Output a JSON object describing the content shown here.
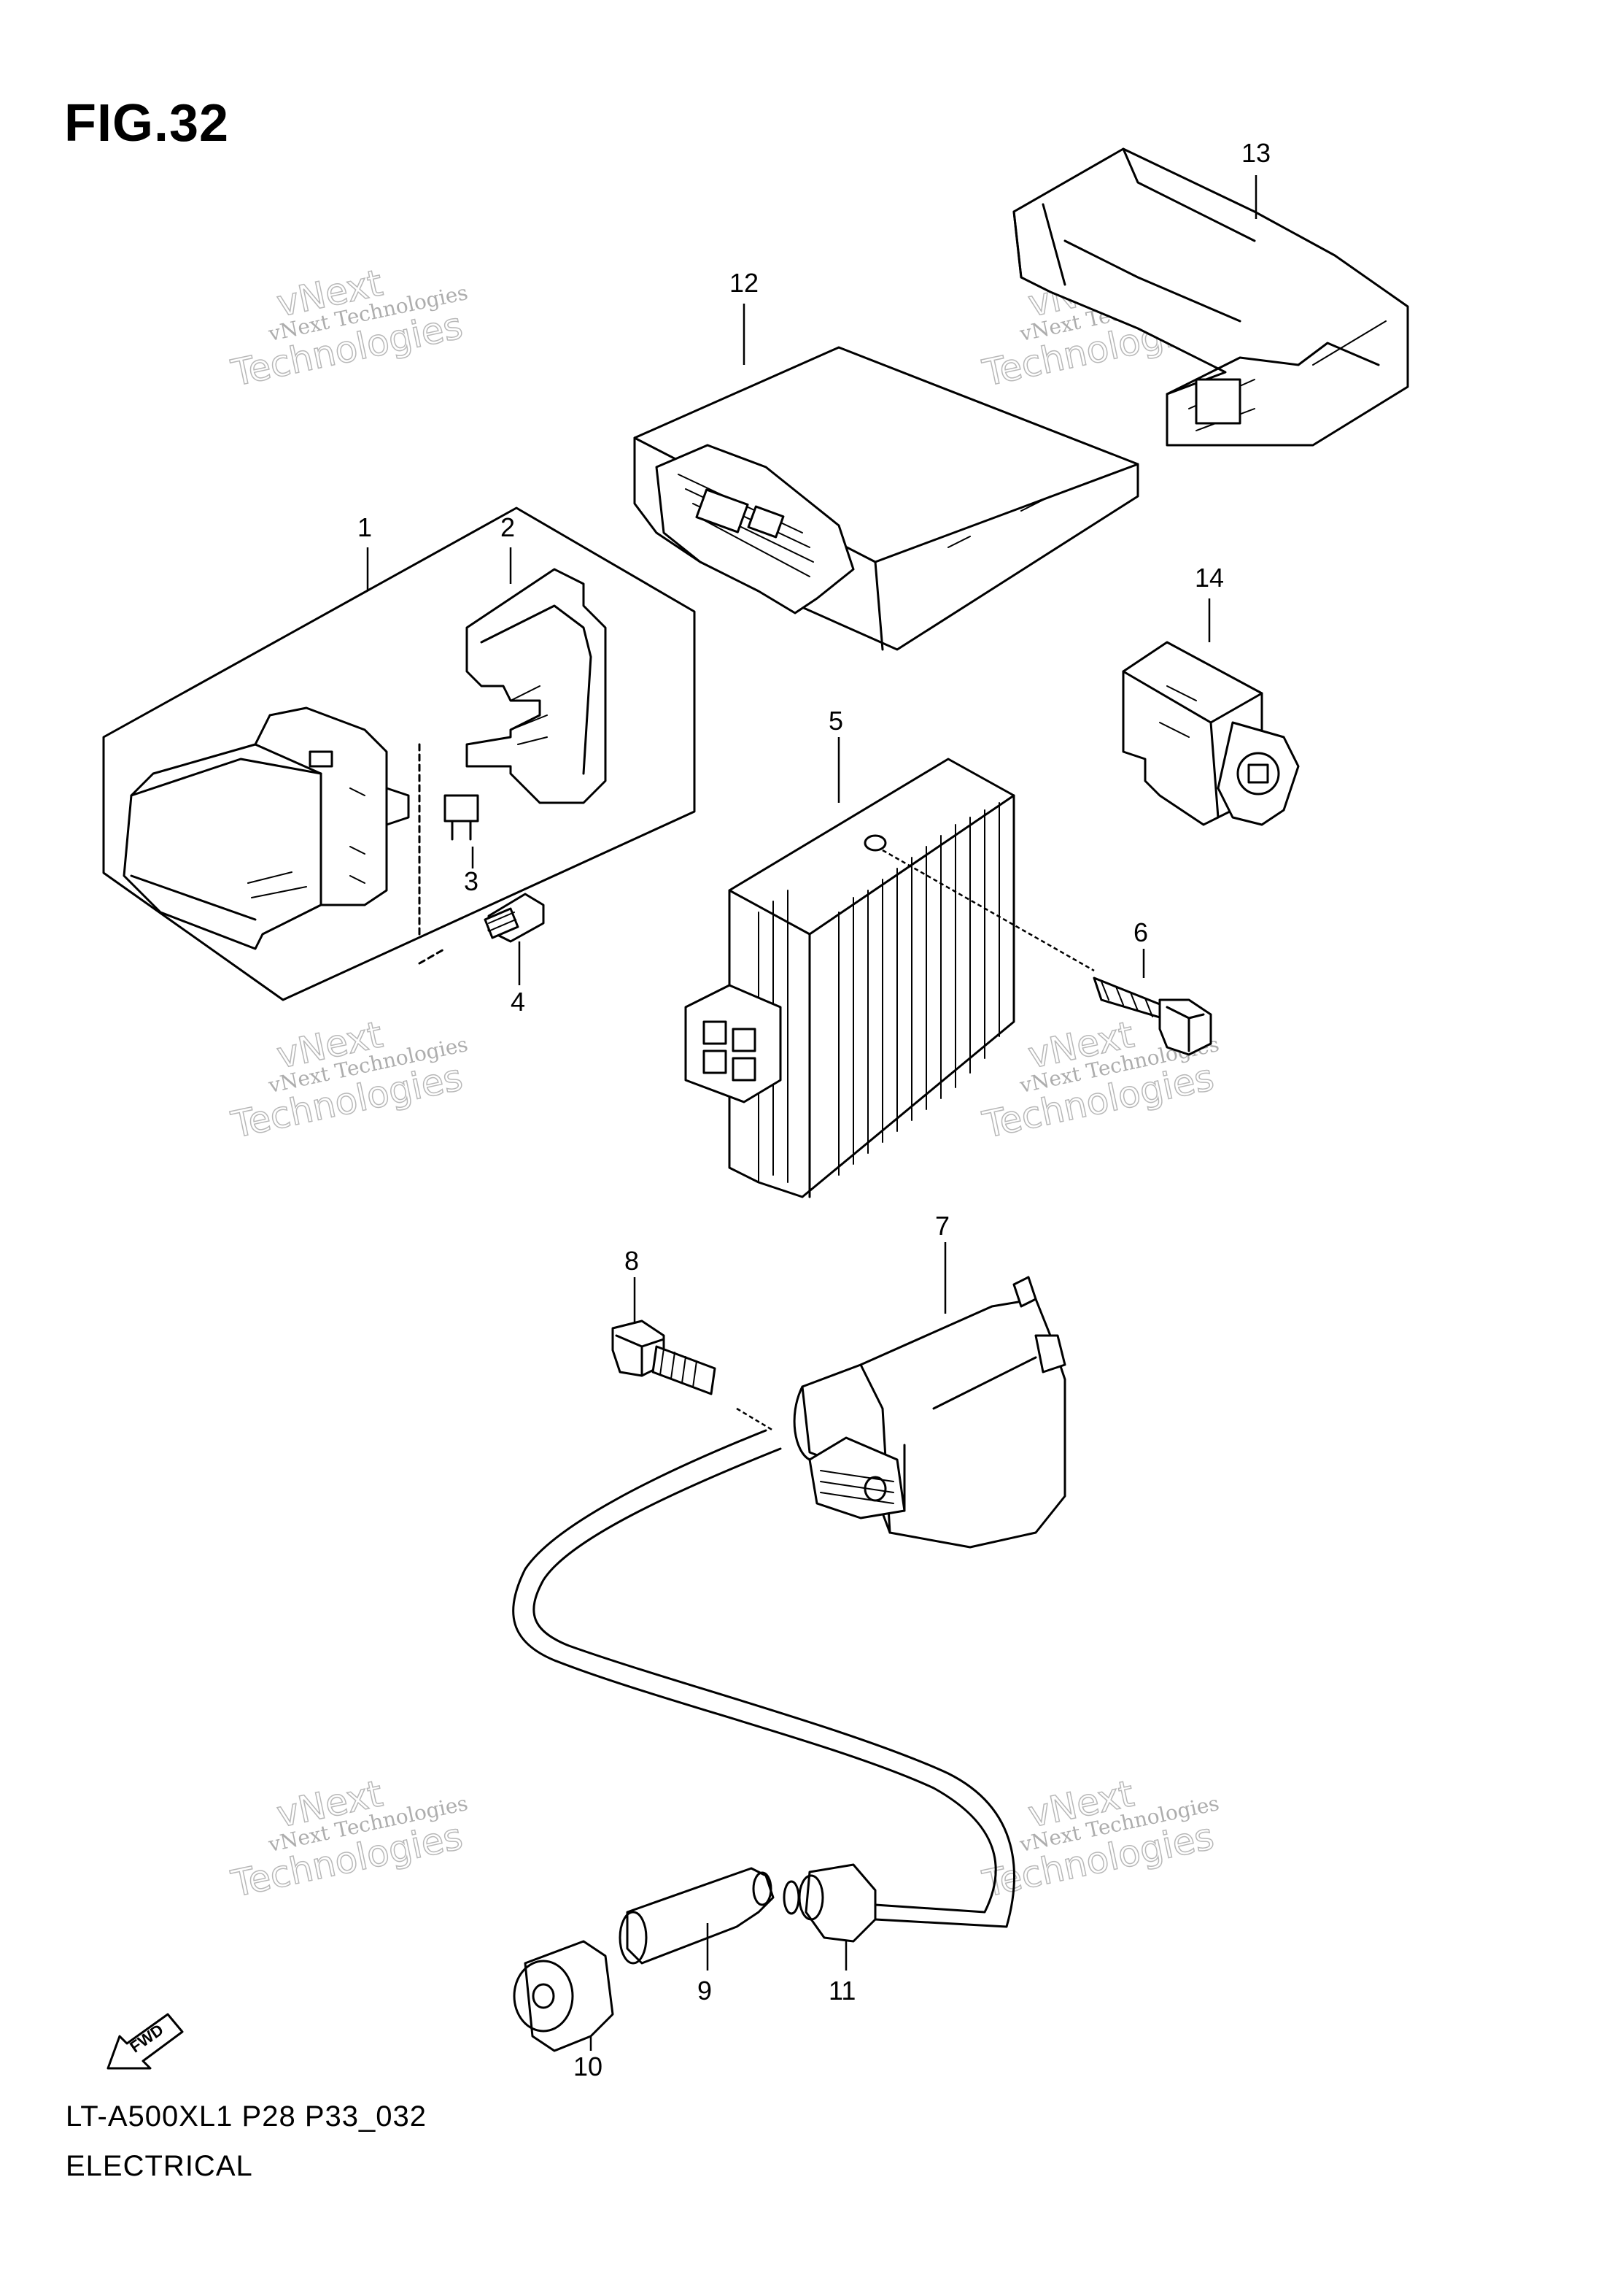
{
  "figure": {
    "title": "FIG.32"
  },
  "footer": {
    "code": "LT-A500XL1 P28 P33_032",
    "section": "ELECTRICAL"
  },
  "callouts": [
    "1",
    "2",
    "3",
    "4",
    "5",
    "6",
    "7",
    "8",
    "9",
    "10",
    "11",
    "12",
    "13",
    "14"
  ],
  "watermark": {
    "line_small": "vNext Technologies",
    "line_big_1": "vNext",
    "line_big_2": "Technologies"
  },
  "direction_marker": {
    "label": "FWD"
  }
}
